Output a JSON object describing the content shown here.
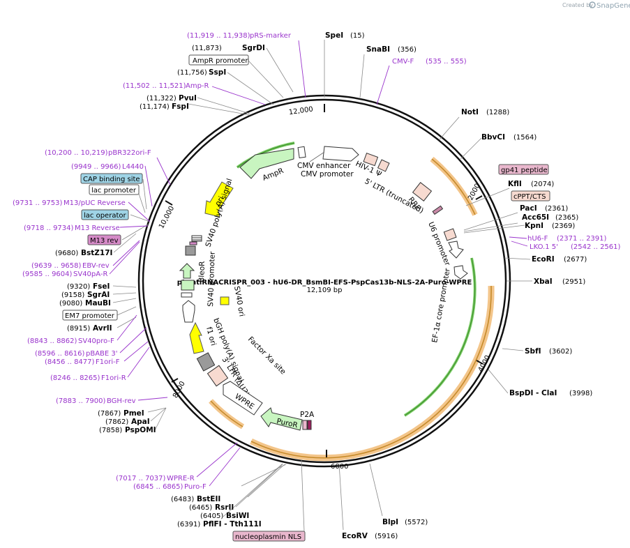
{
  "credit": {
    "prefix": "Created by",
    "brand": "SnapGene"
  },
  "map": {
    "name": "pLentiRNACRISPR_003 - hU6-DR_BsmBI-EFS-PspCas13b-NLS-2A-Puro-WPRE",
    "length": "12,109 bp"
  },
  "ticks": [
    "2000",
    "4000",
    "6000",
    "8000",
    "10,000",
    "12,000"
  ],
  "colors": {
    "primer": "#9933cc",
    "enzyme": "#000000",
    "amp": "#c8f5c0",
    "ori": "#ffff00",
    "orange": "#f3c58a",
    "purple_feature": "#e9b7cd",
    "blue_feature": "#9fd4e6",
    "pink_fill": "#f7dad0"
  },
  "enzymes": [
    {
      "name": "SpeI",
      "pos": "(15)"
    },
    {
      "name": "SnaBI",
      "pos": "(356)"
    },
    {
      "name": "NotI",
      "pos": "(1288)"
    },
    {
      "name": "BbvCI",
      "pos": "(1564)"
    },
    {
      "name": "KflI",
      "pos": "(2074)"
    },
    {
      "name": "PacI",
      "pos": "(2361)"
    },
    {
      "name": "Acc65I",
      "pos": "(2365)"
    },
    {
      "name": "KpnI",
      "pos": "(2369)"
    },
    {
      "name": "EcoRI",
      "pos": "(2677)"
    },
    {
      "name": "XbaI",
      "pos": "(2951)"
    },
    {
      "name": "SbfI",
      "pos": "(3602)"
    },
    {
      "name": "BspDI - ClaI",
      "pos": "(3998)"
    },
    {
      "name": "BlpI",
      "pos": "(5572)"
    },
    {
      "name": "EcoRV",
      "pos": "(5916)"
    },
    {
      "name": "BstEII",
      "pos": "(6483)"
    },
    {
      "name": "RsrII",
      "pos": "(6465)"
    },
    {
      "name": "BsiWI",
      "pos": "(6405)"
    },
    {
      "name": "PflFI - Tth111I",
      "pos": "(6391)"
    },
    {
      "name": "PspOMI",
      "pos": "(7858)"
    },
    {
      "name": "ApaI",
      "pos": "(7862)"
    },
    {
      "name": "PmeI",
      "pos": "(7867)"
    },
    {
      "name": "AvrII",
      "pos": "(8915)"
    },
    {
      "name": "MauBI",
      "pos": "(9080)"
    },
    {
      "name": "SgrAI",
      "pos": "(9158)"
    },
    {
      "name": "FseI",
      "pos": "(9320)"
    },
    {
      "name": "BstZ17I",
      "pos": "(9680)"
    },
    {
      "name": "FspI",
      "pos": "(11,174)"
    },
    {
      "name": "PvuI",
      "pos": "(11,322)"
    },
    {
      "name": "SspI",
      "pos": "(11,756)"
    },
    {
      "name": "SgrDI",
      "pos": "(11,873)"
    }
  ],
  "primers": [
    {
      "name": "pRS-marker",
      "pos": "(11,919 .. 11,938)"
    },
    {
      "name": "CMV-F",
      "pos": "(535 .. 555)"
    },
    {
      "name": "Amp-R",
      "pos": "(11,502 .. 11,521)"
    },
    {
      "name": "pBR322ori-F",
      "pos": "(10,200 .. 10,219)"
    },
    {
      "name": "L4440",
      "pos": "(9949 .. 9966)"
    },
    {
      "name": "M13/pUC Reverse",
      "pos": "(9731 .. 9753)"
    },
    {
      "name": "M13 Reverse",
      "pos": "(9718 .. 9734)"
    },
    {
      "name": "EBV-rev",
      "pos": "(9639 .. 9658)"
    },
    {
      "name": "SV40pA-R",
      "pos": "(9585 .. 9604)"
    },
    {
      "name": "SV40pro-F",
      "pos": "(8843 .. 8862)"
    },
    {
      "name": "pBABE 3'",
      "pos": "(8596 .. 8616)"
    },
    {
      "name": "F1ori-F",
      "pos": "(8456 .. 8477)"
    },
    {
      "name": "F1ori-R",
      "pos": "(8246 .. 8265)"
    },
    {
      "name": "BGH-rev",
      "pos": "(7883 .. 7900)"
    },
    {
      "name": "WPRE-R",
      "pos": "(7017 .. 7037)"
    },
    {
      "name": "Puro-F",
      "pos": "(6845 .. 6865)"
    },
    {
      "name": "hU6-F",
      "pos": "(2371 .. 2391)"
    },
    {
      "name": "LKO.1 5'",
      "pos": "(2542 .. 2561)"
    }
  ],
  "boxed_features": {
    "ampr_promoter": "AmpR promoter",
    "cap_site": "CAP binding site",
    "lac_promoter": "lac promoter",
    "lac_operator": "lac operator",
    "m13_rev": "M13 rev",
    "em7_promoter": "EM7 promoter",
    "gp41": "gp41 peptide",
    "cppt": "cPPT/CTS",
    "nls": "nucleoplasmin NLS"
  },
  "features": {
    "cmv_enhancer": "CMV enhancer",
    "cmv_promoter": "CMV promoter",
    "hiv_psi": "HIV-1 Ψ",
    "ltr5": "5' LTR (truncated)",
    "rre": "RRE",
    "u6": "U6 promoter",
    "ef1a": "EF-1α core promoter",
    "ampr": "AmpR",
    "ori": "ori",
    "sv40pa": "SV40 poly(A) signal",
    "bleor": "BleoR",
    "sv40prom": "SV40 promoter",
    "sv40ori": "SV40 ori",
    "f1ori": "f1 ori",
    "bgh": "bGH poly(A) signal",
    "ltr3": "3' LTR (ΔU3)",
    "factorxa": "Factor Xa site",
    "wpre": "WPRE",
    "puror": "PuroR",
    "p2a": "P2A"
  }
}
